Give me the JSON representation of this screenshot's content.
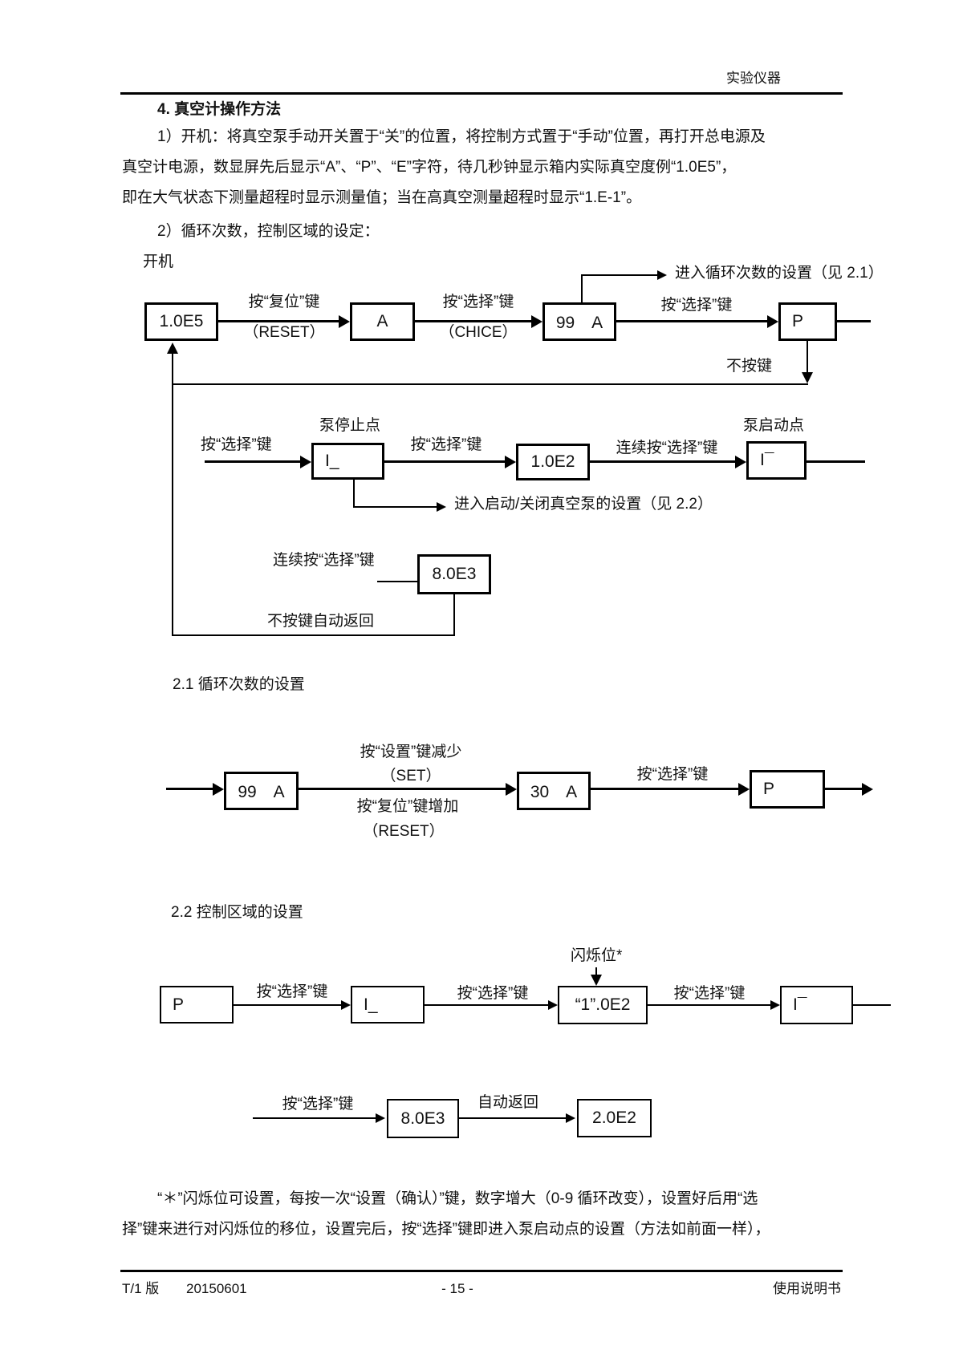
{
  "page": {
    "header_right": "实验仪器",
    "title": "4. 真空计操作方法"
  },
  "para1": [
    "1）开机：将真空泵手动开关置于“关”的位置，将控制方式置于“手动”位置，再打开总电源及",
    "真空计电源，数显屏先后显示“A”、“P”、“E”字符，待几秒钟显示箱内实际真空度例“1.0E5”，",
    "即在大气状态下测量超程时显示测量值；当在高真空测量超程时显示“1.E-1”。"
  ],
  "para2": "2）循环次数，控制区域的设定：",
  "fc1": {
    "kaiji": "开机",
    "b_1e5": "1.0E5",
    "b_a": "A",
    "b_99a": "99　A",
    "b_p": "P",
    "a1_top": "按“复位”键",
    "a1_bot": "（RESET）",
    "a2_top": "按“选择”键",
    "a2_bot": "（CHICE）",
    "a3_top": "按“选择”键",
    "branch21": "进入循环次数的设置（见 2.1）",
    "no_key": "不按键",
    "r2_lbl1": "按“选择”键",
    "stop_pt": "泵停止点",
    "b_il": "I_",
    "r2_lbl2": "按“选择”键",
    "b_1e2": "1.0E2",
    "r2_lbl3": "连续按“选择”键",
    "start_pt": "泵启动点",
    "b_ih": "I¯",
    "branch22": "进入启动/关闭真空泵的设置（见 2.2）",
    "r3_lbl": "连续按“选择”键",
    "b_8e3": "8.0E3",
    "auto_ret": "不按键自动返回"
  },
  "s21": {
    "heading": "2.1 循环次数的设置",
    "b_99a": "99　A",
    "b_30a": "30　A",
    "b_p": "P",
    "lbl_set_top": "按“设置”键减少",
    "lbl_set_mid": "（SET）",
    "lbl_reset_top": "按“复位”键增加",
    "lbl_reset_bot": "（RESET）",
    "lbl_sel": "按“选择”键"
  },
  "s22": {
    "heading": "2.2 控制区域的设置",
    "blink": "闪烁位*",
    "b_p": "P",
    "b_il": "I_",
    "b_1e2": "“1”.0E2",
    "b_ih": "I¯",
    "lbl1": "按“选择”键",
    "lbl2": "按“选择”键",
    "lbl3": "按“选择”键"
  },
  "fc3": {
    "lbl_sel": "按“选择”键",
    "b_8e3": "8.0E3",
    "lbl_auto": "自动返回",
    "b_2e2": "2.0E2"
  },
  "para3": [
    "“＊”闪烁位可设置，每按一次“设置（确认）”键，数字增大（0-9 循环改变），设置好后用“选",
    "择”键来进行对闪烁位的移位，设置完后，按“选择”键即进入泵启动点的设置（方法如前面一样），"
  ],
  "footer": {
    "left_version": "T/1 版",
    "left_date": "20150601",
    "center": "- 15 -",
    "right": "使用说明书"
  }
}
